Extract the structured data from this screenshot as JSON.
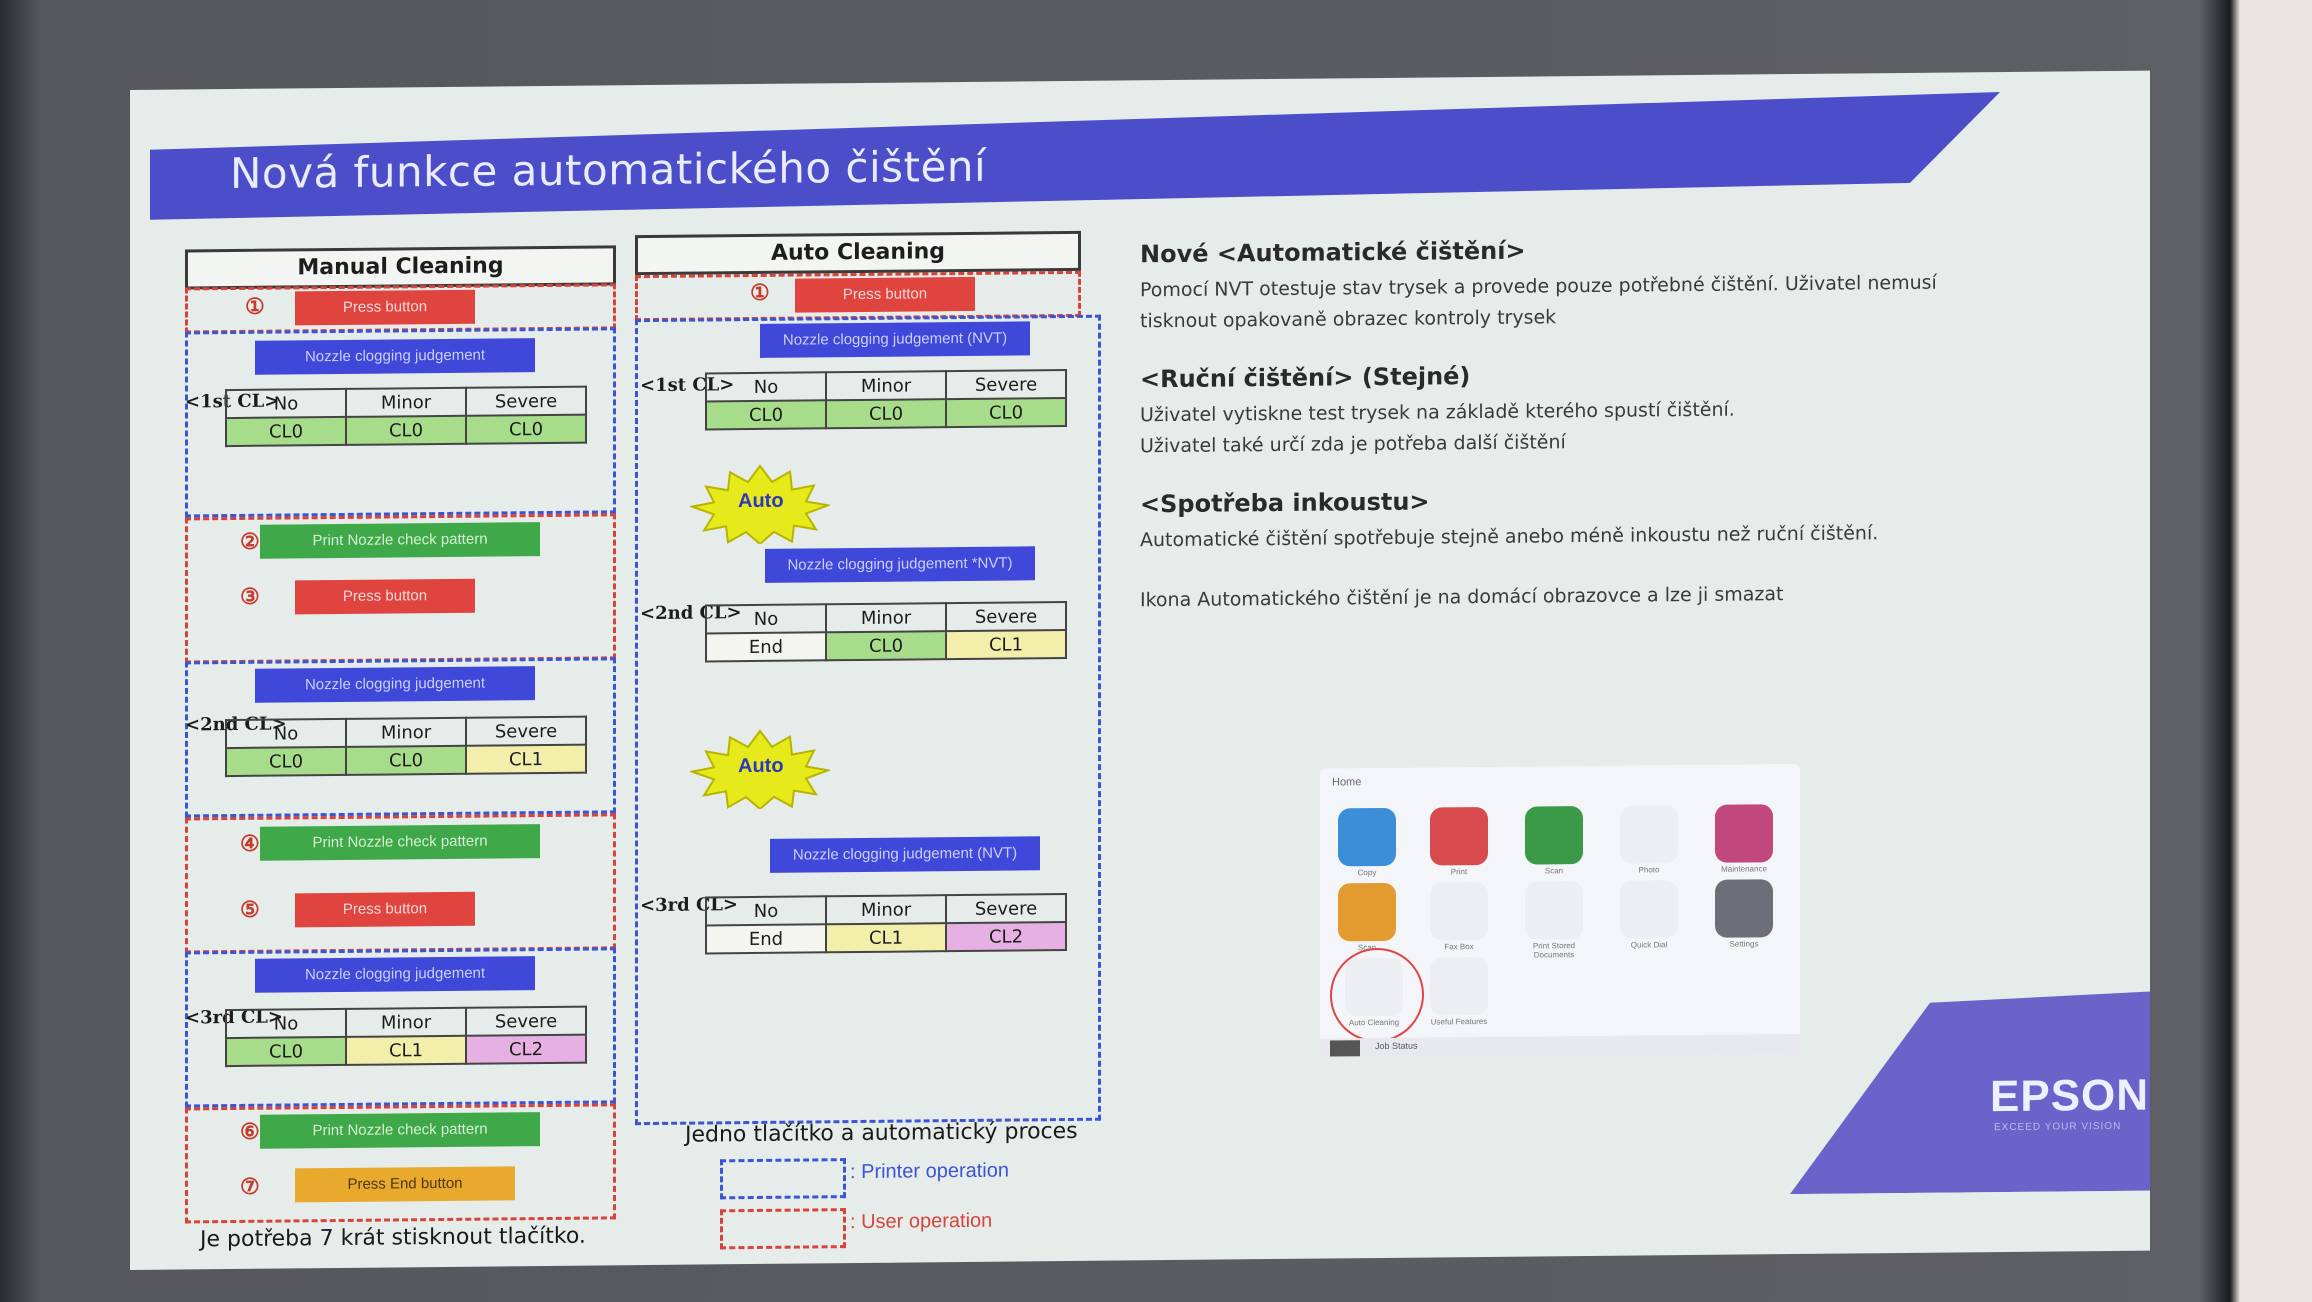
{
  "slide": {
    "title": "Nová funkce automatického čištění",
    "brand": {
      "logo": "EPSON",
      "tagline": "EXCEED YOUR VISION",
      "band_color": "#6b63c9",
      "title_color": "#4b4ec8"
    }
  },
  "manual": {
    "header": "Manual Cleaning",
    "steps": [
      {
        "num": "①",
        "label": "Press button"
      },
      {
        "num": "②",
        "label": "Print Nozzle check pattern"
      },
      {
        "num": "③",
        "label": "Press button"
      },
      {
        "num": "④",
        "label": "Print Nozzle check pattern"
      },
      {
        "num": "⑤",
        "label": "Press button"
      },
      {
        "num": "⑥",
        "label": "Print Nozzle check pattern"
      },
      {
        "num": "⑦",
        "label": "Press End button"
      }
    ],
    "judgement": "Nozzle clogging judgement",
    "rounds": [
      {
        "label": "<1st CL>",
        "cols": [
          "No",
          "Minor",
          "Severe"
        ],
        "vals": [
          "CL0",
          "CL0",
          "CL0"
        ]
      },
      {
        "label": "<2nd CL>",
        "cols": [
          "No",
          "Minor",
          "Severe"
        ],
        "vals": [
          "CL0",
          "CL0",
          "CL1"
        ]
      },
      {
        "label": "<3rd CL>",
        "cols": [
          "No",
          "Minor",
          "Severe"
        ],
        "vals": [
          "CL0",
          "CL1",
          "CL2"
        ]
      }
    ],
    "footer": "Je potřeba 7 krát stisknout tlačítko."
  },
  "auto": {
    "header": "Auto Cleaning",
    "step1": {
      "num": "①",
      "label": "Press button"
    },
    "judgement1": "Nozzle clogging judgement (NVT)",
    "judgement2": "Nozzle clogging judgement *NVT)",
    "judgement3": "Nozzle clogging judgement (NVT)",
    "auto_label": "Auto",
    "rounds": [
      {
        "label": "<1st CL>",
        "cols": [
          "No",
          "Minor",
          "Severe"
        ],
        "vals": [
          "CL0",
          "CL0",
          "CL0"
        ]
      },
      {
        "label": "<2nd CL>",
        "cols": [
          "No",
          "Minor",
          "Severe"
        ],
        "vals": [
          "End",
          "CL0",
          "CL1"
        ]
      },
      {
        "label": "<3rd CL>",
        "cols": [
          "No",
          "Minor",
          "Severe"
        ],
        "vals": [
          "End",
          "CL1",
          "CL2"
        ]
      }
    ],
    "footer": "Jedno tlačítko a automatický proces"
  },
  "legend": {
    "printer": ": Printer operation",
    "user": ": User operation"
  },
  "text": {
    "h1": "Nové <Automatické čištění>",
    "p1a": "Pomocí NVT otestuje stav trysek a provede pouze potřebné čištění. Uživatel nemusí",
    "p1b": "tisknout opakovaně obrazec kontroly trysek",
    "h2": "<Ruční čištění> (Stejné)",
    "p2a": "Uživatel vytiskne test trysek na základě kterého spustí čištění.",
    "p2b": "Uživatel také určí zda je potřeba další čištění",
    "h3": "<Spotřeba inkoustu>",
    "p3": "Automatické čištění spotřebuje stejně  anebo méně inkoustu než ruční čištění.",
    "p4": "Ikona Automatického čištění je na domácí obrazovce a lze ji smazat"
  },
  "screen": {
    "home": "Home",
    "apps": [
      "Copy",
      "Print",
      "Scan",
      "Photo",
      "Maintenance",
      "Scan",
      "Fax Box",
      "Print Stored Documents",
      "Quick Dial",
      "Settings",
      "Auto Cleaning",
      "Useful Features"
    ],
    "status": "Job Status",
    "icons": [
      "home-icon",
      "auto-cleaning-icon"
    ]
  }
}
